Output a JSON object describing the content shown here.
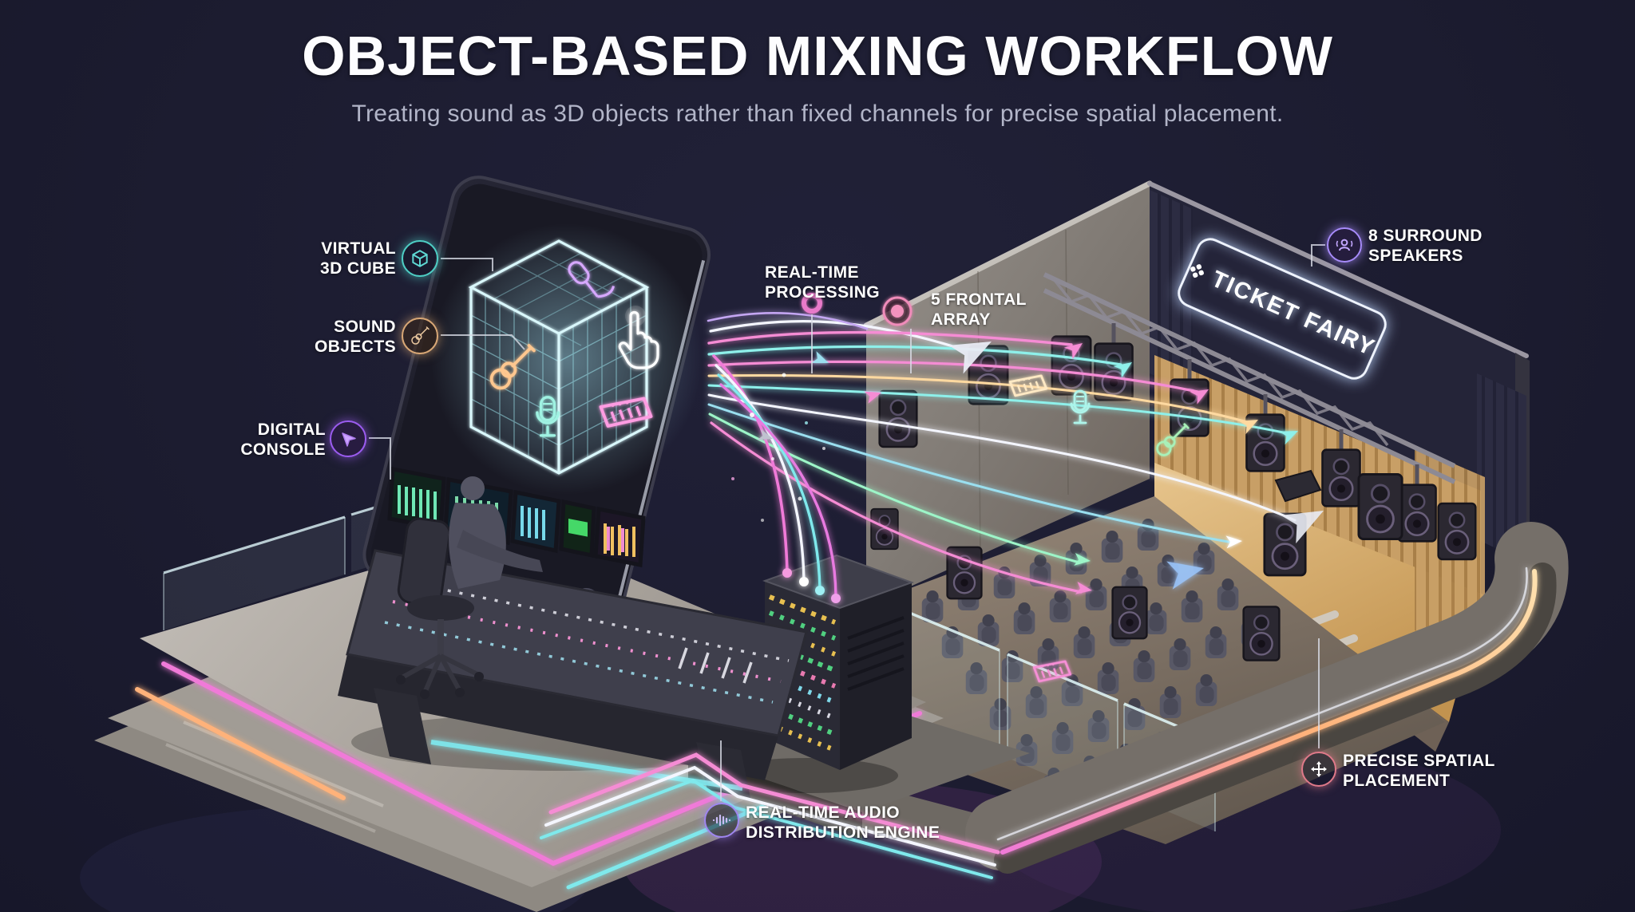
{
  "header": {
    "title": "OBJECT-BASED MIXING WORKFLOW",
    "subtitle": "Treating sound as 3D objects rather than fixed channels for precise spatial placement."
  },
  "sign": {
    "text": "TICKET FAIRY"
  },
  "callouts": {
    "virtual_cube": {
      "line1": "VIRTUAL",
      "line2": "3D CUBE",
      "icon": "cube-icon",
      "color": "#4ecdc4"
    },
    "sound_objects": {
      "line1": "SOUND",
      "line2": "OBJECTS",
      "icon": "guitar-icon",
      "color": "#d9a876"
    },
    "digital_console": {
      "line1": "DIGITAL",
      "line2": "CONSOLE",
      "icon": "cursor-icon",
      "color": "#9b5cf0"
    },
    "realtime_processing": {
      "line1": "REAL-TIME",
      "line2": "PROCESSING",
      "icon": "ring-marker-icon",
      "color": "#e879c9"
    },
    "frontal_array": {
      "line1": "5 FRONTAL",
      "line2": "ARRAY",
      "icon": "dot-marker-icon",
      "color": "#f472b6"
    },
    "surround_speakers": {
      "line1": "8 SURROUND",
      "line2": "SPEAKERS",
      "icon": "surround-icon",
      "color": "#a78bfa"
    },
    "distribution_engine": {
      "line1": "REAL-TIME AUDIO",
      "line2": "DISTRIBUTION ENGINE",
      "icon": "waveform-icon",
      "color": "#9f86f0"
    },
    "spatial_placement": {
      "line1": "PRECISE SPATIAL",
      "line2": "PLACEMENT",
      "icon": "move-icon",
      "color": "#e07a8a"
    }
  },
  "scene_objects": {
    "hologram_cube_items": [
      "guitar",
      "handheld-microphone",
      "hand-cursor",
      "studio-microphone",
      "keyboard-synth"
    ],
    "venue_floating_items": [
      "keyboard-synth",
      "studio-microphone",
      "guitar",
      "keyboard-synth"
    ]
  },
  "colors": {
    "background": "#1c1c30",
    "accent_pink": "#f07ad8",
    "accent_cyan": "#7fe9ec",
    "accent_purple": "#a78bfa",
    "accent_orange": "#f5b971",
    "accent_teal": "#4ecdc4",
    "neon_white": "#f4f6ff",
    "platform_gray": "#a8a39d",
    "stage_tan": "#d9b379"
  }
}
